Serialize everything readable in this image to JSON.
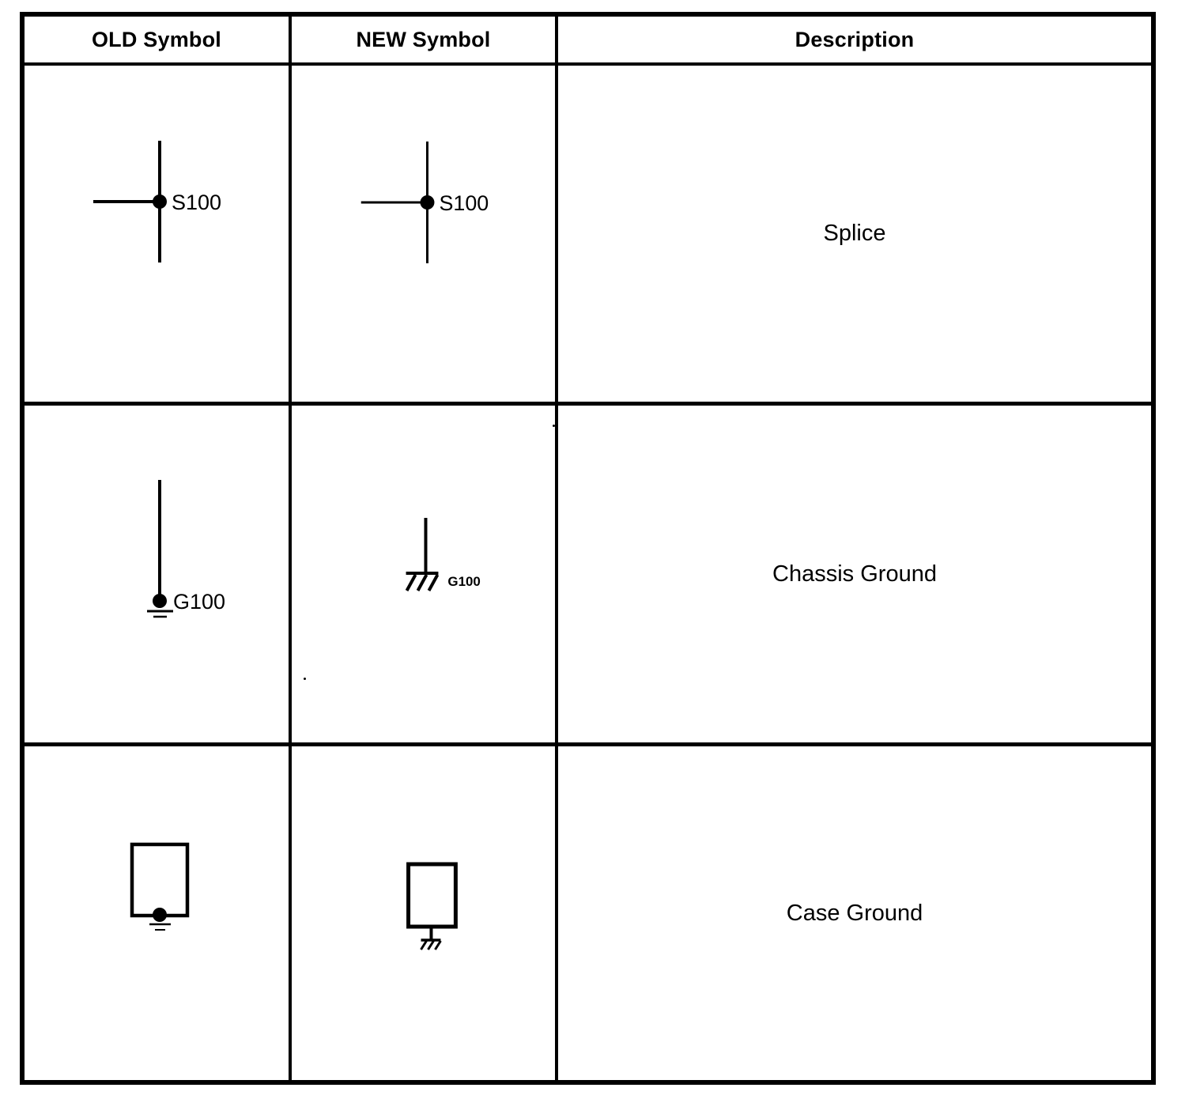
{
  "page": {
    "background": "#ffffff",
    "ink_color": "#000000",
    "kind": "wiring-diagram-symbol-legend"
  },
  "table": {
    "headers": [
      {
        "label": "OLD Symbol"
      },
      {
        "label": "NEW Symbol"
      },
      {
        "label": "Description"
      }
    ],
    "rows": [
      {
        "description": "Splice",
        "old": {
          "symbol": "splice-dot-junction",
          "label": "S100"
        },
        "new": {
          "symbol": "splice-dot-junction",
          "label": "S100"
        }
      },
      {
        "description": "Chassis Ground",
        "old": {
          "symbol": "earth-ground-with-dot",
          "label": "G100"
        },
        "new": {
          "symbol": "chassis-ground-hatched",
          "label": "G100"
        }
      },
      {
        "description": "Case Ground",
        "old": {
          "symbol": "case-box-earth-ground-dot",
          "label": ""
        },
        "new": {
          "symbol": "case-box-chassis-ground",
          "label": ""
        }
      }
    ]
  }
}
